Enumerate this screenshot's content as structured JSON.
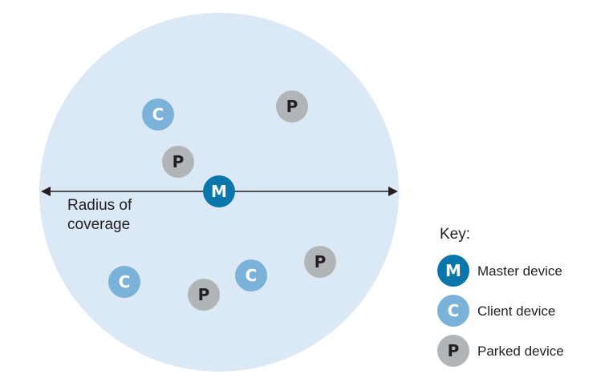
{
  "diagram": {
    "coverage_label_line1": "Radius of",
    "coverage_label_line2": "coverage",
    "colors": {
      "coverage_fill": "#dbe9f6",
      "master": "#0b76ab",
      "client": "#7bb2d9",
      "parked": "#b2b5b8",
      "arrow": "#231f20",
      "node_text_light": "#ffffff",
      "node_text_dark": "#231f20"
    },
    "nodes": [
      {
        "id": "master",
        "type": "master",
        "letter": "M"
      },
      {
        "id": "client-1",
        "type": "client",
        "letter": "C"
      },
      {
        "id": "client-2",
        "type": "client",
        "letter": "C"
      },
      {
        "id": "client-3",
        "type": "client",
        "letter": "C"
      },
      {
        "id": "parked-1",
        "type": "parked",
        "letter": "P"
      },
      {
        "id": "parked-2",
        "type": "parked",
        "letter": "P"
      },
      {
        "id": "parked-3",
        "type": "parked",
        "letter": "P"
      },
      {
        "id": "parked-4",
        "type": "parked",
        "letter": "P"
      }
    ]
  },
  "key": {
    "title": "Key:",
    "items": [
      {
        "type": "master",
        "letter": "M",
        "label": "Master device"
      },
      {
        "type": "client",
        "letter": "C",
        "label": "Client device"
      },
      {
        "type": "parked",
        "letter": "P",
        "label": "Parked device"
      }
    ]
  }
}
